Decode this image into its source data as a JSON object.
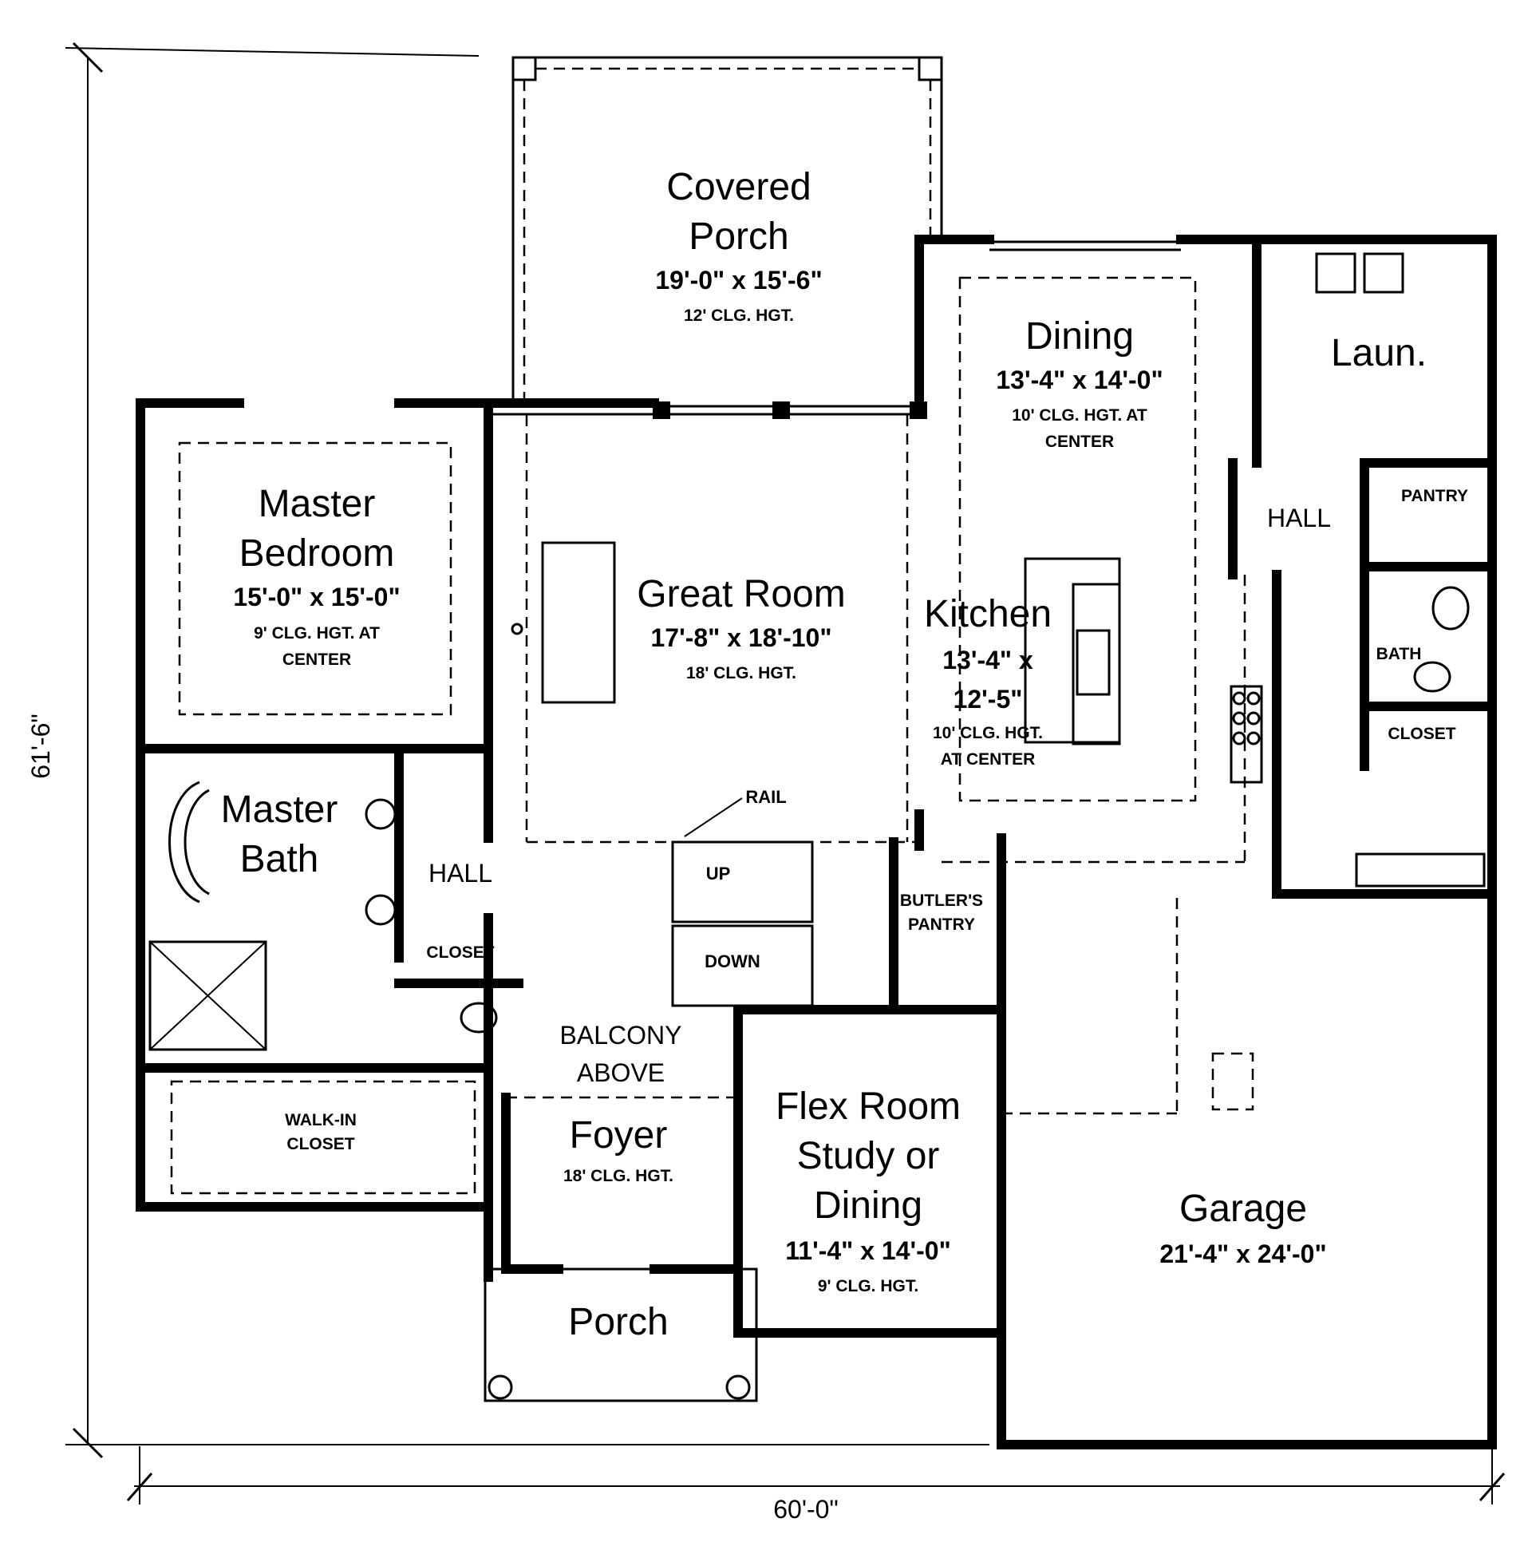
{
  "plan": {
    "overall_depth": "61'-6\"",
    "overall_width": "60'-0\"",
    "rooms": [
      {
        "key": "covered_porch",
        "name_lines": [
          "Covered",
          "Porch"
        ],
        "size": "19'-0\" x 15'-6\"",
        "ceiling_lines": [
          "12' CLG. HGT."
        ]
      },
      {
        "key": "dining",
        "name_lines": [
          "Dining"
        ],
        "size": "13'-4\" x 14'-0\"",
        "ceiling_lines": [
          "10' CLG. HGT. AT",
          "CENTER"
        ]
      },
      {
        "key": "laundry",
        "name_lines": [
          "Laun."
        ]
      },
      {
        "key": "master_bedroom",
        "name_lines": [
          "Master",
          "Bedroom"
        ],
        "size": "15'-0\" x 15'-0\"",
        "ceiling_lines": [
          "9' CLG. HGT. AT",
          "CENTER"
        ]
      },
      {
        "key": "great_room",
        "name_lines": [
          "Great Room"
        ],
        "size": "17'-8\" x 18'-10\"",
        "ceiling_lines": [
          "18' CLG. HGT."
        ]
      },
      {
        "key": "kitchen",
        "name_lines": [
          "Kitchen"
        ],
        "size_lines": [
          "13'-4\" x",
          "12'-5\""
        ],
        "ceiling_lines": [
          "10' CLG. HGT.",
          "AT CENTER"
        ]
      },
      {
        "key": "master_bath",
        "name_lines": [
          "Master",
          "Bath"
        ]
      },
      {
        "key": "foyer",
        "name_lines": [
          "Foyer"
        ],
        "ceiling_lines": [
          "18' CLG. HGT."
        ]
      },
      {
        "key": "flex_room",
        "name_lines": [
          "Flex Room",
          "Study or",
          "Dining"
        ],
        "size": "11'-4\" x 14'-0\"",
        "ceiling_lines": [
          "9' CLG. HGT."
        ]
      },
      {
        "key": "garage",
        "name_lines": [
          "Garage"
        ],
        "size": "21'-4\" x 24'-0\""
      },
      {
        "key": "porch",
        "name_lines": [
          "Porch"
        ]
      }
    ],
    "small_labels": {
      "hall_right": "HALL",
      "pantry": "PANTRY",
      "bath": "BATH",
      "closet_right": "CLOSET",
      "hall_left": "HALL",
      "closet_left": "CLOSET",
      "walk_in_closet": [
        "WALK-IN",
        "CLOSET"
      ],
      "butlers_pantry": [
        "BUTLER'S",
        "PANTRY"
      ],
      "balcony_above": [
        "BALCONY",
        "ABOVE"
      ],
      "rail": "RAIL",
      "stair_up": "UP",
      "stair_down": "DOWN"
    }
  }
}
